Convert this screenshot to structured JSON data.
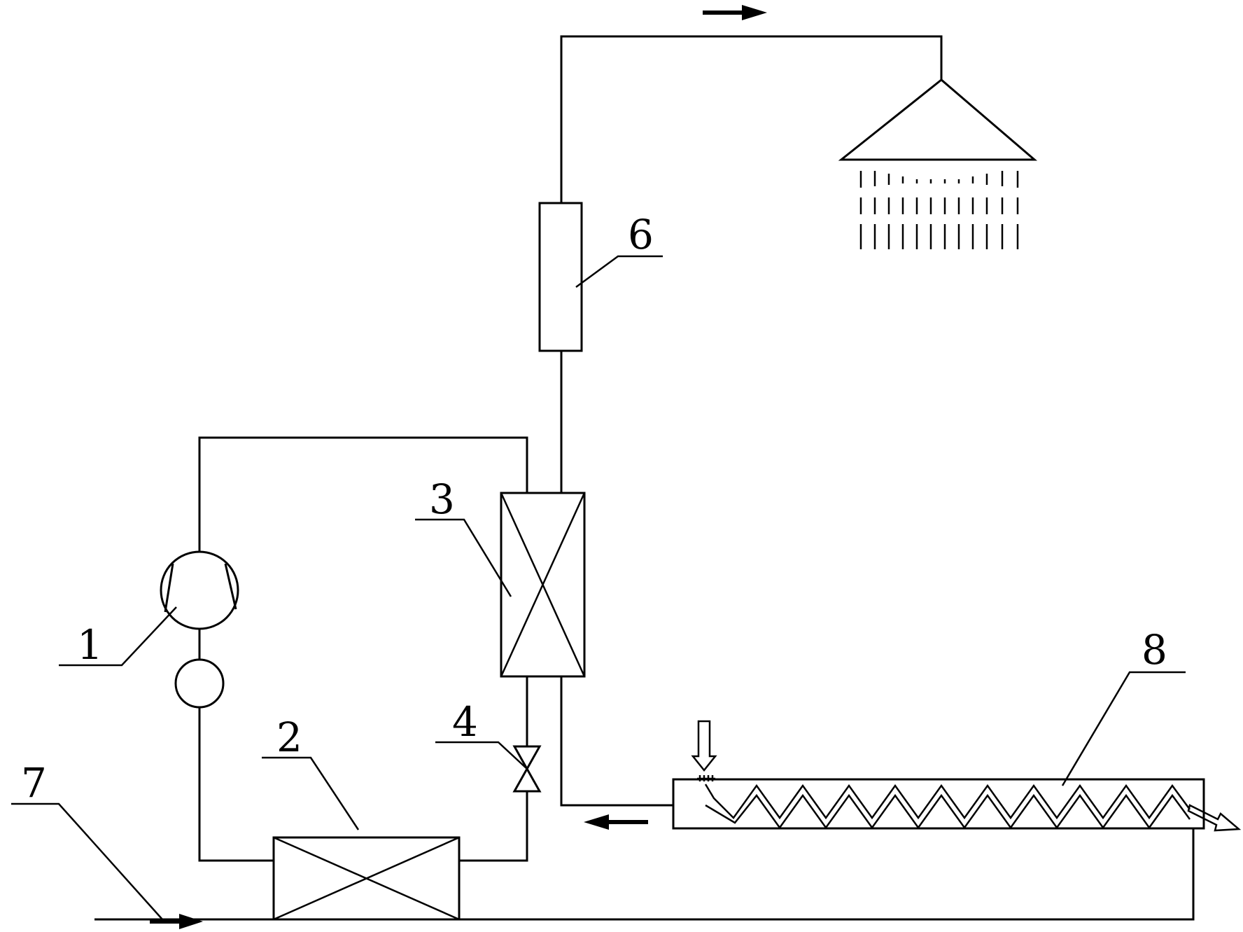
{
  "labels": {
    "compressor": "1",
    "heat_exchanger_2": "2",
    "heat_exchanger_3": "3",
    "valve": "4",
    "component_6": "6",
    "inlet_pipe": "7",
    "drain_exchanger": "8"
  },
  "colors": {
    "stroke": "#000000",
    "background": "#ffffff"
  }
}
